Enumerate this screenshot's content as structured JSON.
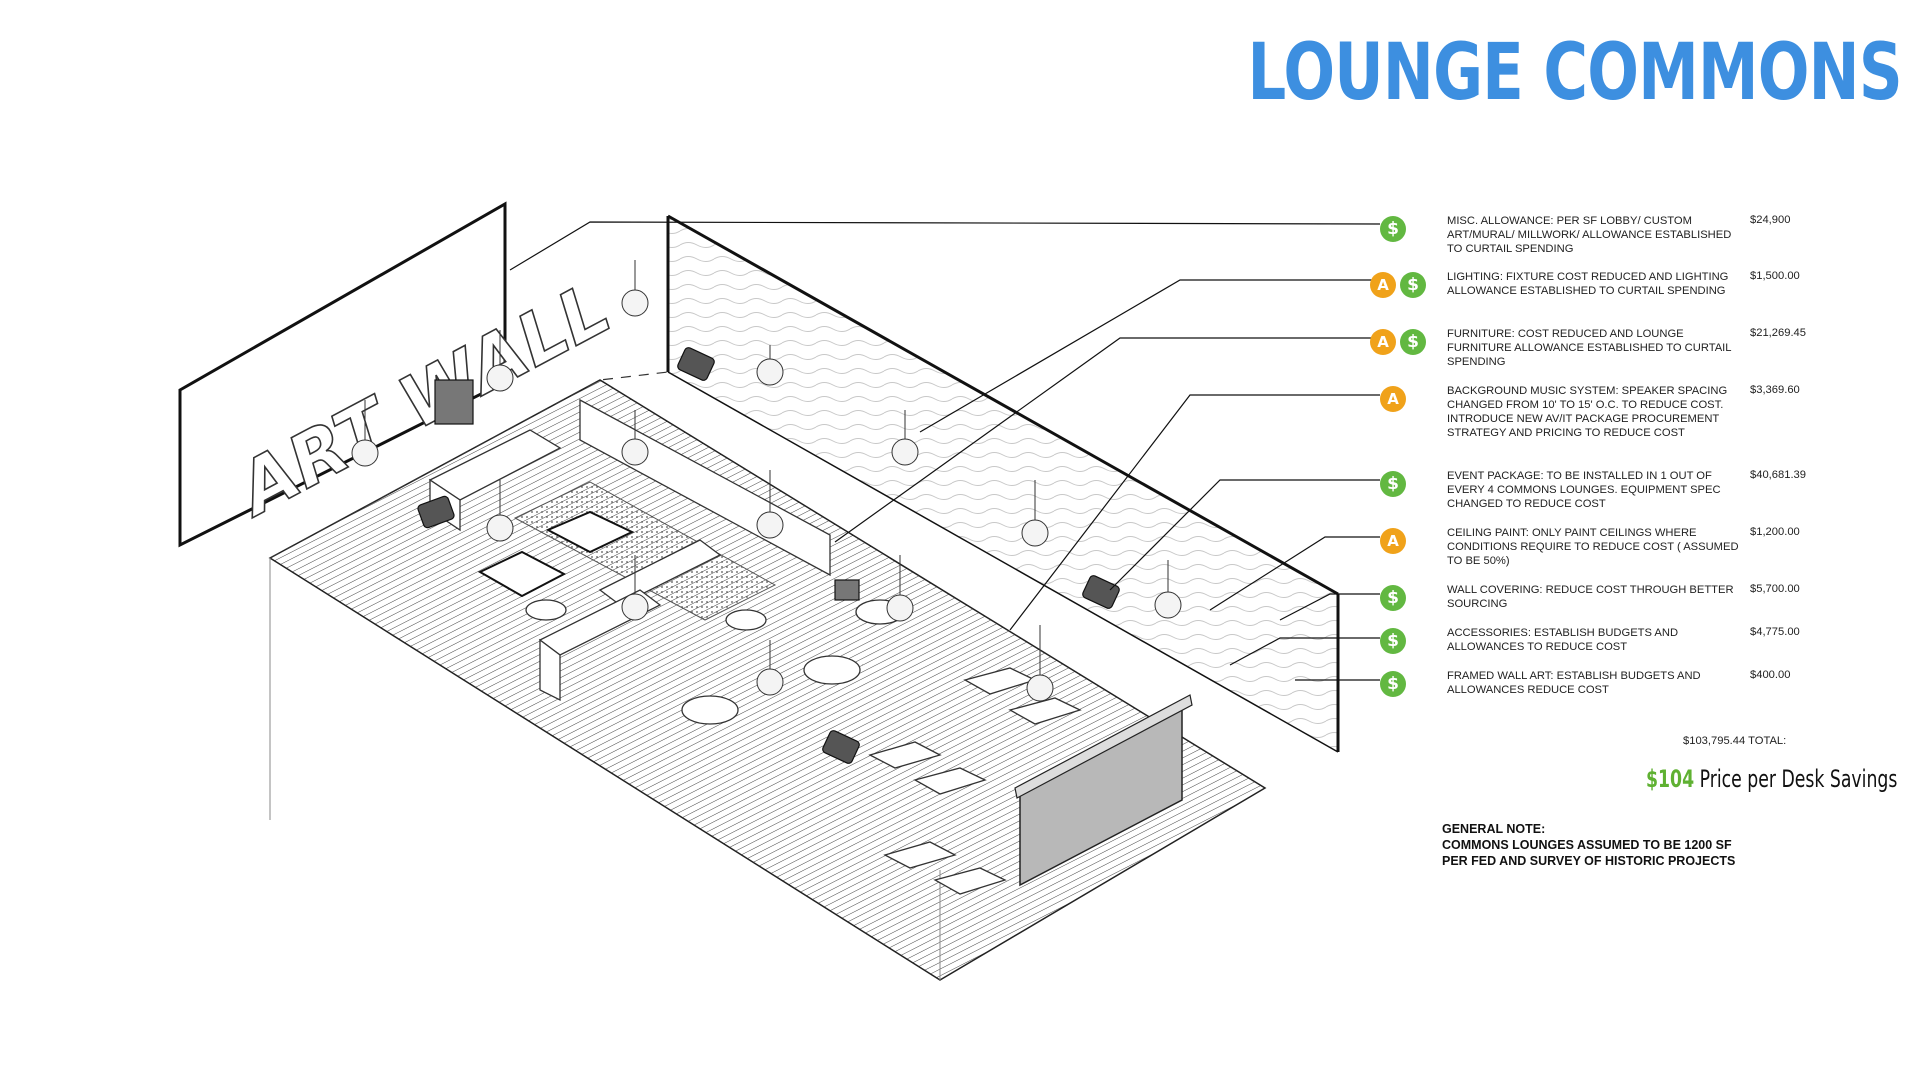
{
  "title": "LOUNGE COMMONS",
  "art_wall_text": "ART WALL",
  "items": [
    {
      "icons": [
        "dollar-icon"
      ],
      "description": "MISC. ALLOWANCE: PER SF LOBBY/ CUSTOM ART/MURAL/ MILLWORK/ ALLOWANCE ESTABLISHED TO CURTAIL SPENDING",
      "cost": "$24,900"
    },
    {
      "icons": [
        "design-icon",
        "dollar-icon"
      ],
      "description": "LIGHTING: FIXTURE COST REDUCED AND LIGHTING ALLOWANCE ESTABLISHED TO CURTAIL SPENDING",
      "cost": "$1,500.00"
    },
    {
      "icons": [
        "design-icon",
        "dollar-icon"
      ],
      "description": "FURNITURE: COST REDUCED AND LOUNGE FURNITURE ALLOWANCE ESTABLISHED TO CURTAIL SPENDING",
      "cost": "$21,269.45"
    },
    {
      "icons": [
        "design-icon"
      ],
      "description": "BACKGROUND MUSIC SYSTEM: SPEAKER SPACING CHANGED FROM 10' TO 15' O.C. TO REDUCE COST. INTRODUCE NEW AV/IT PACKAGE PROCUREMENT STRATEGY AND PRICING TO REDUCE COST",
      "cost": "$3,369.60"
    },
    {
      "icons": [
        "dollar-icon"
      ],
      "description": "EVENT PACKAGE: TO BE INSTALLED IN 1 OUT OF EVERY 4 COMMONS LOUNGES. EQUIPMENT SPEC CHANGED TO REDUCE COST",
      "cost": "$40,681.39"
    },
    {
      "icons": [
        "design-icon"
      ],
      "description": "CEILING PAINT: ONLY PAINT CEILINGS WHERE CONDITIONS REQUIRE TO REDUCE COST ( ASSUMED TO BE 50%)",
      "cost": "$1,200.00"
    },
    {
      "icons": [
        "dollar-icon"
      ],
      "description": "WALL COVERING: REDUCE COST THROUGH BETTER SOURCING",
      "cost": "$5,700.00"
    },
    {
      "icons": [
        "dollar-icon"
      ],
      "description": "ACCESSORIES: ESTABLISH BUDGETS AND ALLOWANCES TO REDUCE COST",
      "cost": "$4,775.00"
    },
    {
      "icons": [
        "dollar-icon"
      ],
      "description": "FRAMED WALL ART: ESTABLISH BUDGETS AND ALLOWANCES REDUCE COST",
      "cost": "$400.00"
    }
  ],
  "total": "$103,795.44 TOTAL:",
  "price_per_desk": {
    "amount": "$104",
    "label": "Price per Desk Savings"
  },
  "general_note": {
    "heading": "GENERAL NOTE:",
    "lines": [
      "COMMONS LOUNGES ASSUMED TO BE 1200 SF",
      "PER FED AND SURVEY OF HISTORIC PROJECTS"
    ]
  },
  "colors": {
    "title": "#3d8fe0",
    "dollar_icon": "#62b841",
    "design_icon": "#f0a21a",
    "price_amount": "#5fb132"
  }
}
